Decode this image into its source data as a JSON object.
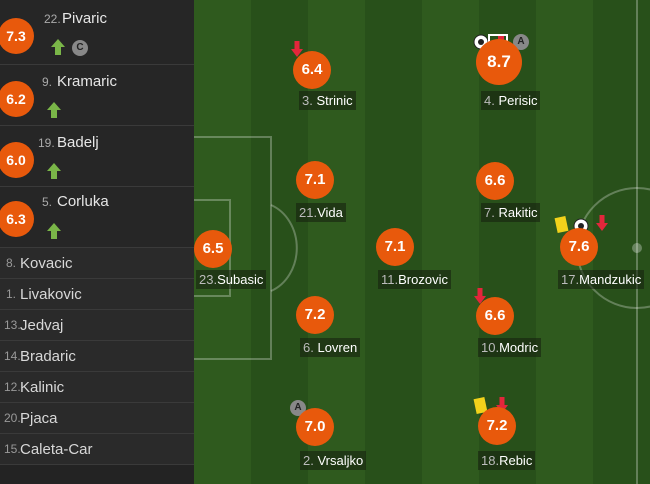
{
  "subs": [
    {
      "num": "22.",
      "name": "Pivaric",
      "rating": "7.3",
      "badge": "C"
    },
    {
      "num": "9.",
      "name": "Kramaric",
      "rating": "6.2"
    },
    {
      "num": "19.",
      "name": "Badelj",
      "rating": "6.0"
    },
    {
      "num": "5.",
      "name": "Corluka",
      "rating": "6.3"
    }
  ],
  "bench": [
    {
      "num": "8.",
      "name": "Kovacic"
    },
    {
      "num": "1.",
      "name": "Livakovic"
    },
    {
      "num": "13.",
      "name": "Jedvaj"
    },
    {
      "num": "14.",
      "name": "Bradaric"
    },
    {
      "num": "12.",
      "name": "Kalinic"
    },
    {
      "num": "20.",
      "name": "Pjaca"
    },
    {
      "num": "15.",
      "name": "Caleta-Car"
    }
  ],
  "players": {
    "strinic": {
      "num": "3.",
      "name": "Strinic",
      "rating": "6.4"
    },
    "perisic": {
      "num": "4.",
      "name": "Perisic",
      "rating": "8.7",
      "badge": "A"
    },
    "vida": {
      "num": "21.",
      "name": "Vida",
      "rating": "7.1"
    },
    "rakitic": {
      "num": "7.",
      "name": "Rakitic",
      "rating": "6.6"
    },
    "subasic": {
      "num": "23.",
      "name": "Subasic",
      "rating": "6.5"
    },
    "brozovic": {
      "num": "11.",
      "name": "Brozovic",
      "rating": "7.1"
    },
    "mandzukic": {
      "num": "17.",
      "name": "Mandzukic",
      "rating": "7.6"
    },
    "lovren": {
      "num": "6.",
      "name": "Lovren",
      "rating": "7.2"
    },
    "modric": {
      "num": "10.",
      "name": "Modric",
      "rating": "6.6"
    },
    "vrsaljko": {
      "num": "2.",
      "name": "Vrsaljko",
      "rating": "7.0",
      "badge": "A"
    },
    "rebic": {
      "num": "18.",
      "name": "Rebic",
      "rating": "7.2"
    }
  },
  "colors": {
    "rating": "#e8590c",
    "pitch_dark": "#28501a",
    "pitch_light": "#2f5a1e",
    "yellow_card": "#f2d21b",
    "sub_off": "#e3263b",
    "sub_on": "#7ab648"
  }
}
